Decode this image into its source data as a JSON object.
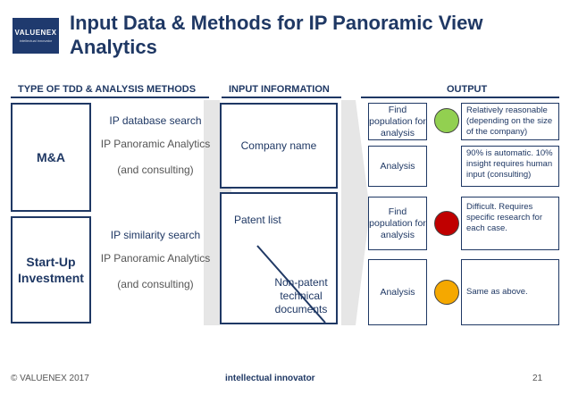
{
  "header": {
    "logo_text": "VALUENEX",
    "logo_sub": "intellectual innovator",
    "title": "Input Data & Methods for IP Panoramic View Analytics"
  },
  "columns": {
    "types": "TYPE OF TDD & ANALYSIS METHODS",
    "input": "INPUT INFORMATION",
    "output": "OUTPUT"
  },
  "ma": {
    "label": "M&A",
    "method1": "IP database search",
    "method2": "IP Panoramic Analytics",
    "method3": "(and consulting)"
  },
  "startup": {
    "label": "Start-Up Investment",
    "method1": "IP similarity search",
    "method2": "IP Panoramic Analytics",
    "method3": "(and consulting)"
  },
  "inputs": {
    "company": "Company name",
    "patent": "Patent list",
    "nonpatent": "Non-patent technical documents"
  },
  "output_rows": [
    {
      "step": "Find population for analysis",
      "light": "green",
      "result": "Relatively reasonable (depending on the size of the company)"
    },
    {
      "step": "Analysis",
      "result": "90% is automatic. 10% insight requires human input (consulting)"
    },
    {
      "step": "Find population for analysis",
      "light": "red",
      "result": "Difficult. Requires specific research for each case."
    },
    {
      "step": "Analysis",
      "light": "yellow",
      "result": "Same as above."
    }
  ],
  "colors": {
    "green": "#92d050",
    "red": "#c00000",
    "yellow": "#f5a800",
    "navy": "#1f3864"
  },
  "footer": {
    "copyright": "© VALUENEX 2017",
    "tagline": "intellectual innovator",
    "page": "21"
  }
}
